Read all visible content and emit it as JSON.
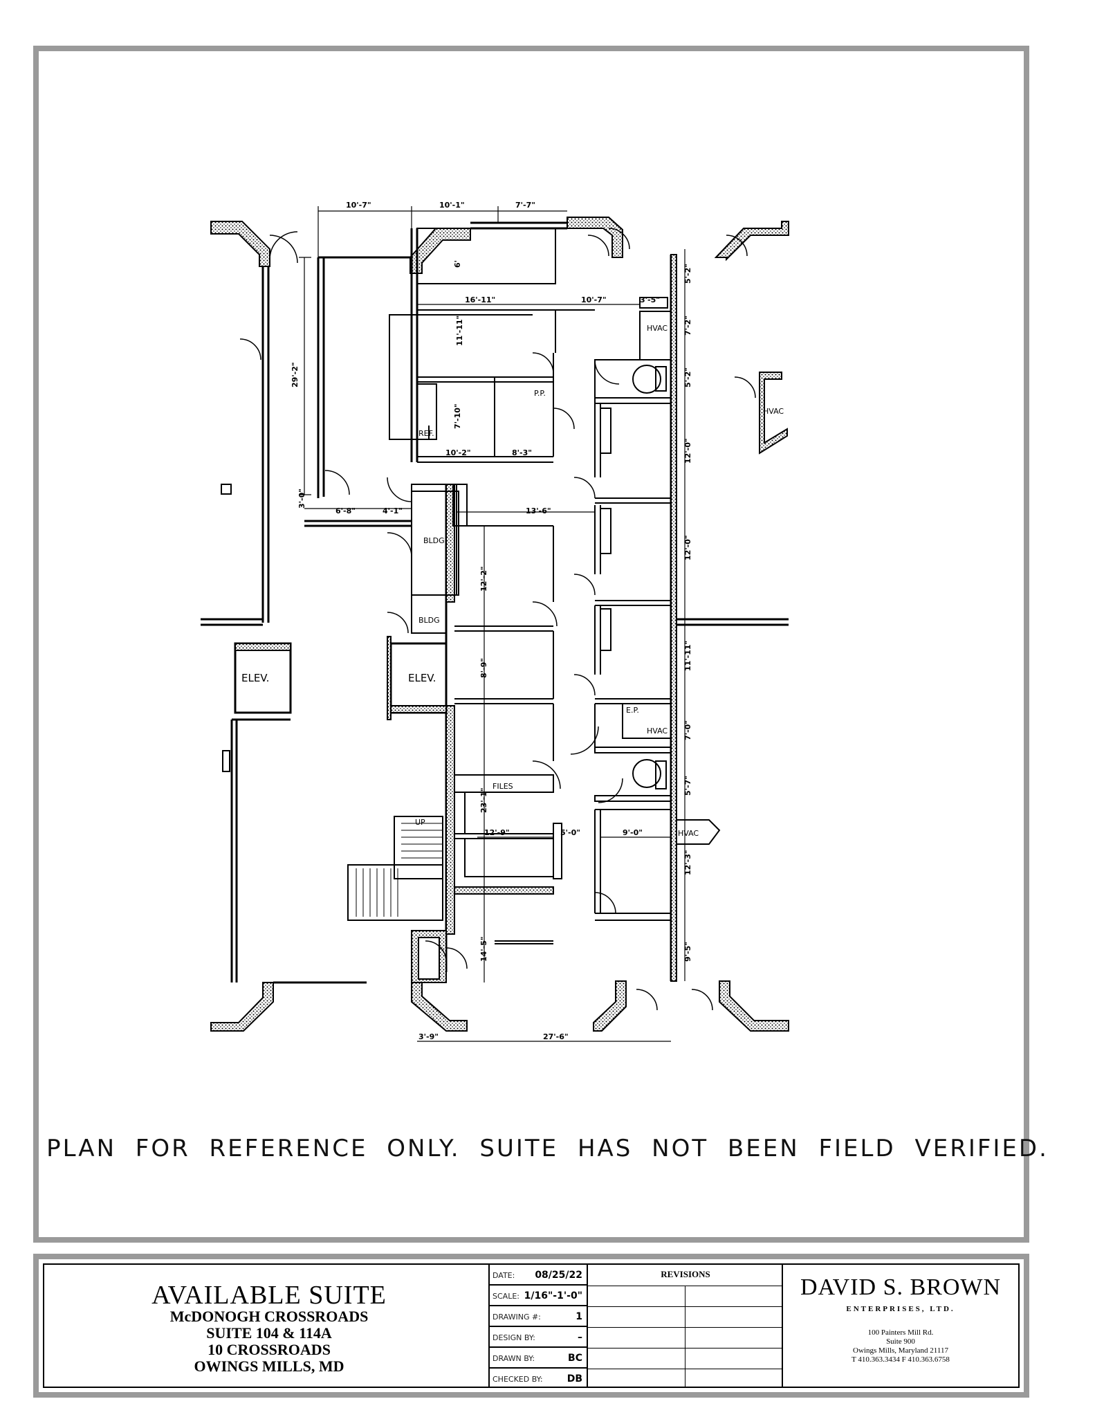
{
  "plan": {
    "dims": {
      "d1": "10'-7\"",
      "d2": "10'-1\"",
      "d3": "7'-7\"",
      "d4": "16'-11\"",
      "d5": "10'-7\"",
      "d6": "3'-5\"",
      "d7": "5'-2\"",
      "d8": "7'-2\"",
      "d9": "5'-2\"",
      "d10": "11'-11\"",
      "d11": "29'-2\"",
      "d12": "7'-10\"",
      "d13": "10'-2\"",
      "d14": "8'-3\"",
      "d15": "12'-0\"",
      "d16": "3'-0\"",
      "d17": "6'-8\"",
      "d18": "4'-1\"",
      "d19": "13'-6\"",
      "d20": "12'-0\"",
      "d21": "12'-2\"",
      "d22": "11'-11\"",
      "d23": "8'-9\"",
      "d24": "7'-0\"",
      "d25": "5'-7\"",
      "d26": "23'-1\"",
      "d27": "12'-9\"",
      "d28": "5'-0\"",
      "d29": "9'-0\"",
      "d30": "12'-3\"",
      "d31": "14'-5\"",
      "d32": "9'-5\"",
      "d33": "3'-9\"",
      "d34": "27'-6\"",
      "d35": "6'"
    },
    "rooms": {
      "hvac1": "HVAC",
      "hvac2": "HVAC",
      "hvac3": "HVAC",
      "hvac4": "HVAC",
      "pp": "P.P.",
      "ref": "REF.",
      "bldg1": "BLDG",
      "bldg2": "BLDG",
      "elev1": "ELEV.",
      "elev2": "ELEV.",
      "ep": "E.P.",
      "files": "FILES",
      "up": "UP"
    }
  },
  "note": "PLAN FOR REFERENCE ONLY. SUITE HAS NOT BEEN FIELD VERIFIED.",
  "title_block": {
    "project": {
      "title": "AVAILABLE SUITE",
      "line1": "McDONOGH CROSSROADS",
      "line2": "SUITE 104 & 114A",
      "line3": "10 CROSSROADS",
      "line4": "OWINGS MILLS, MD"
    },
    "info": {
      "date_label": "DATE:",
      "date": "08/25/22",
      "scale_label": "SCALE:",
      "scale": "1/16\"-1'-0\"",
      "drawing_label": "DRAWING #:",
      "drawing": "1",
      "design_label": "DESIGN BY:",
      "design": "–",
      "drawn_label": "DRAWN BY:",
      "drawn": "BC",
      "checked_label": "CHECKED BY:",
      "checked": "DB"
    },
    "revisions_label": "REVISIONS",
    "company": {
      "name": "DAVID S. BROWN",
      "sub": "ENTERPRISES, LTD.",
      "addr1": "100 Painters Mill Rd.",
      "addr2": "Suite 900",
      "addr3": "Owings Mills, Maryland 21117",
      "phone": "T 410.363.3434    F 410.363.6758"
    }
  }
}
